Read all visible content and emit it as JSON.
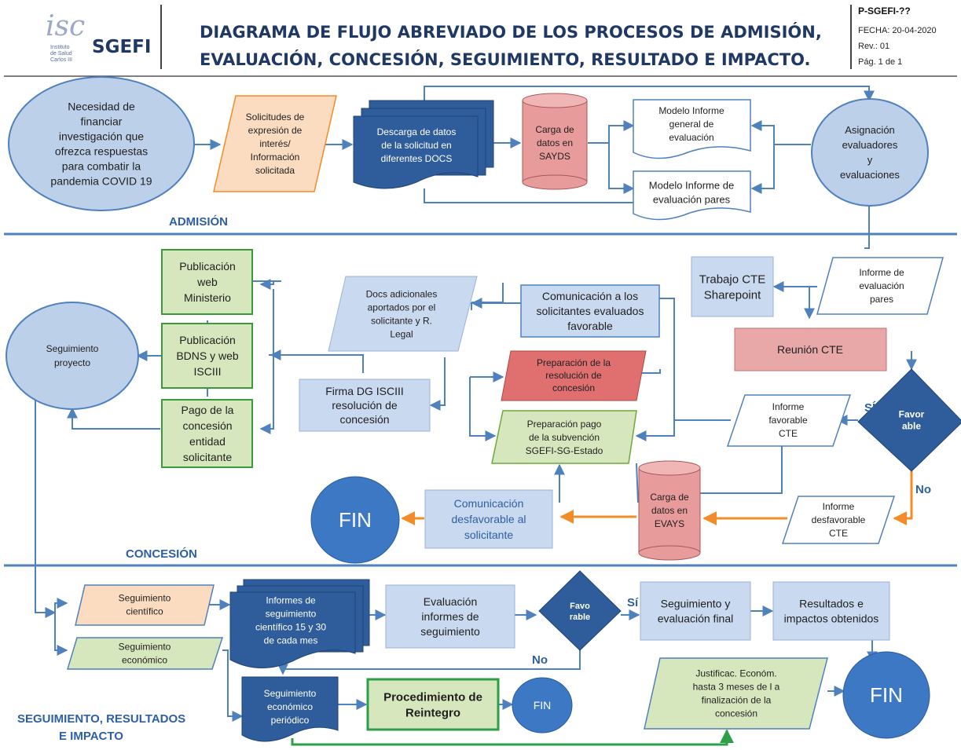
{
  "header": {
    "logo_text": "isc",
    "logo_sub": [
      "Instituto",
      "de Salud",
      "Carlos III"
    ],
    "sgefi": "SGEFI",
    "title_lines": [
      "DIAGRAMA DE FLUJO ABREVIADO DE LOS PROCESOS DE ADMISIÓN,",
      "EVALUACIÓN, CONCESIÓN, SEGUIMIENTO, RESULTADO E IMPACTO."
    ],
    "code": "P-SGEFI-??",
    "fecha": "FECHA: 20-04-2020",
    "rev": "Rev.: 01",
    "pag": "Pág. 1 de 1"
  },
  "sections": {
    "admision": "ADMISIÓN",
    "concesion": "CONCESIÓN",
    "seguimiento": [
      "SEGUIMIENTO, RESULTADOS",
      "E IMPACTO"
    ]
  },
  "nodes": {
    "necesidad": [
      "Necesidad de",
      "financiar",
      "investigación que",
      "ofrezca respuestas",
      "para combatir la",
      "pandemia COVID 19"
    ],
    "solicitudes": [
      "Solicitudes de",
      "expresión de",
      "interés/",
      "Información",
      "solicitada"
    ],
    "descarga": [
      "Descarga de datos",
      "de la solicitud en",
      "diferentes DOCS"
    ],
    "carga_saydes": [
      "Carga de",
      "datos en",
      "SAYDS"
    ],
    "modelo_general": [
      "Modelo Informe",
      "general de",
      "evaluación"
    ],
    "modelo_pares": [
      "Modelo Informe de",
      "evaluación pares"
    ],
    "asignacion": [
      "Asignación",
      "evaluadores",
      "y",
      "evaluaciones"
    ],
    "informe_pares": [
      "Informe de",
      "evaluación",
      "pares"
    ],
    "trabajo_cte": [
      "Trabajo CTE",
      "Sharepoint"
    ],
    "reunion_cte": [
      "Reunión CTE"
    ],
    "favorable1": [
      "Favor",
      "able"
    ],
    "si1": "SÍ",
    "no1": "No",
    "informe_favorable": [
      "Informe",
      "favorable",
      "CTE"
    ],
    "informe_desfavorable": [
      "Informe",
      "desfavorable",
      "CTE"
    ],
    "carga_evays": [
      "Carga de",
      "datos en",
      "EVAYS"
    ],
    "comunicacion_desfav": [
      "Comunicación",
      "desfavorable al",
      "solicitante"
    ],
    "fin1": "FIN",
    "comunicacion_fav": [
      "Comunicación a los",
      "solicitantes evaluados",
      "favorable"
    ],
    "docs_adicionales": [
      "Docs adicionales",
      "aportados por el",
      "solicitante y R.",
      "Legal"
    ],
    "preparacion_resolucion": [
      "Preparación de la",
      "resolución de",
      "concesión"
    ],
    "preparacion_pago": [
      "Preparación pago",
      "de la subvención",
      "SGEFI-SG-Estado"
    ],
    "firma_dg": [
      "Firma DG ISCIII",
      "resolución de",
      "concesión"
    ],
    "pub_ministerio": [
      "Publicación",
      "web",
      "Ministerio"
    ],
    "pub_bdns": [
      "Publicación",
      "BDNS y web",
      "ISCIII"
    ],
    "pago_concesion": [
      "Pago de la",
      "concesión",
      "entidad",
      "solicitante"
    ],
    "seguimiento_proyecto": [
      "Seguimiento",
      "proyecto"
    ],
    "seg_cientifico": [
      "Seguimiento",
      "científico"
    ],
    "seg_economico": [
      "Seguimiento",
      "económico"
    ],
    "informes_seg": [
      "Informes de",
      "seguimiento",
      "científico 15 y 30",
      "de cada mes"
    ],
    "evaluacion_informes": [
      "Evaluación",
      "informes de",
      "seguimiento"
    ],
    "favorable2": [
      "Favo",
      "rable"
    ],
    "si2": "Sí",
    "no2": "No",
    "seg_evaluacion_final": [
      "Seguimiento y",
      "evaluación final"
    ],
    "resultados": [
      "Resultados e",
      "impactos obtenidos"
    ],
    "justificac": [
      "Justificac. Económ.",
      "hasta 3 meses de l a",
      "finalización de la",
      "concesión"
    ],
    "fin2": "FIN",
    "seg_economico_periodico": [
      "Seguimiento",
      "económico",
      "periódico"
    ],
    "procedimiento_reintegro": [
      "Procedimiento de",
      "Reintegro"
    ],
    "fin3": "FIN"
  },
  "colors": {
    "line_blue": "#4f81bd",
    "orange": "#f28c28",
    "green": "#2e9e48",
    "dark_blue": "#2f5d9b",
    "light_blue": "#c9d9ef",
    "peach": "#fbdcc0",
    "light_green": "#d7e7bd",
    "salmon": "#e89b9b",
    "circle_blue": "#bdd0ea",
    "fin_blue": "#3c78c3"
  }
}
